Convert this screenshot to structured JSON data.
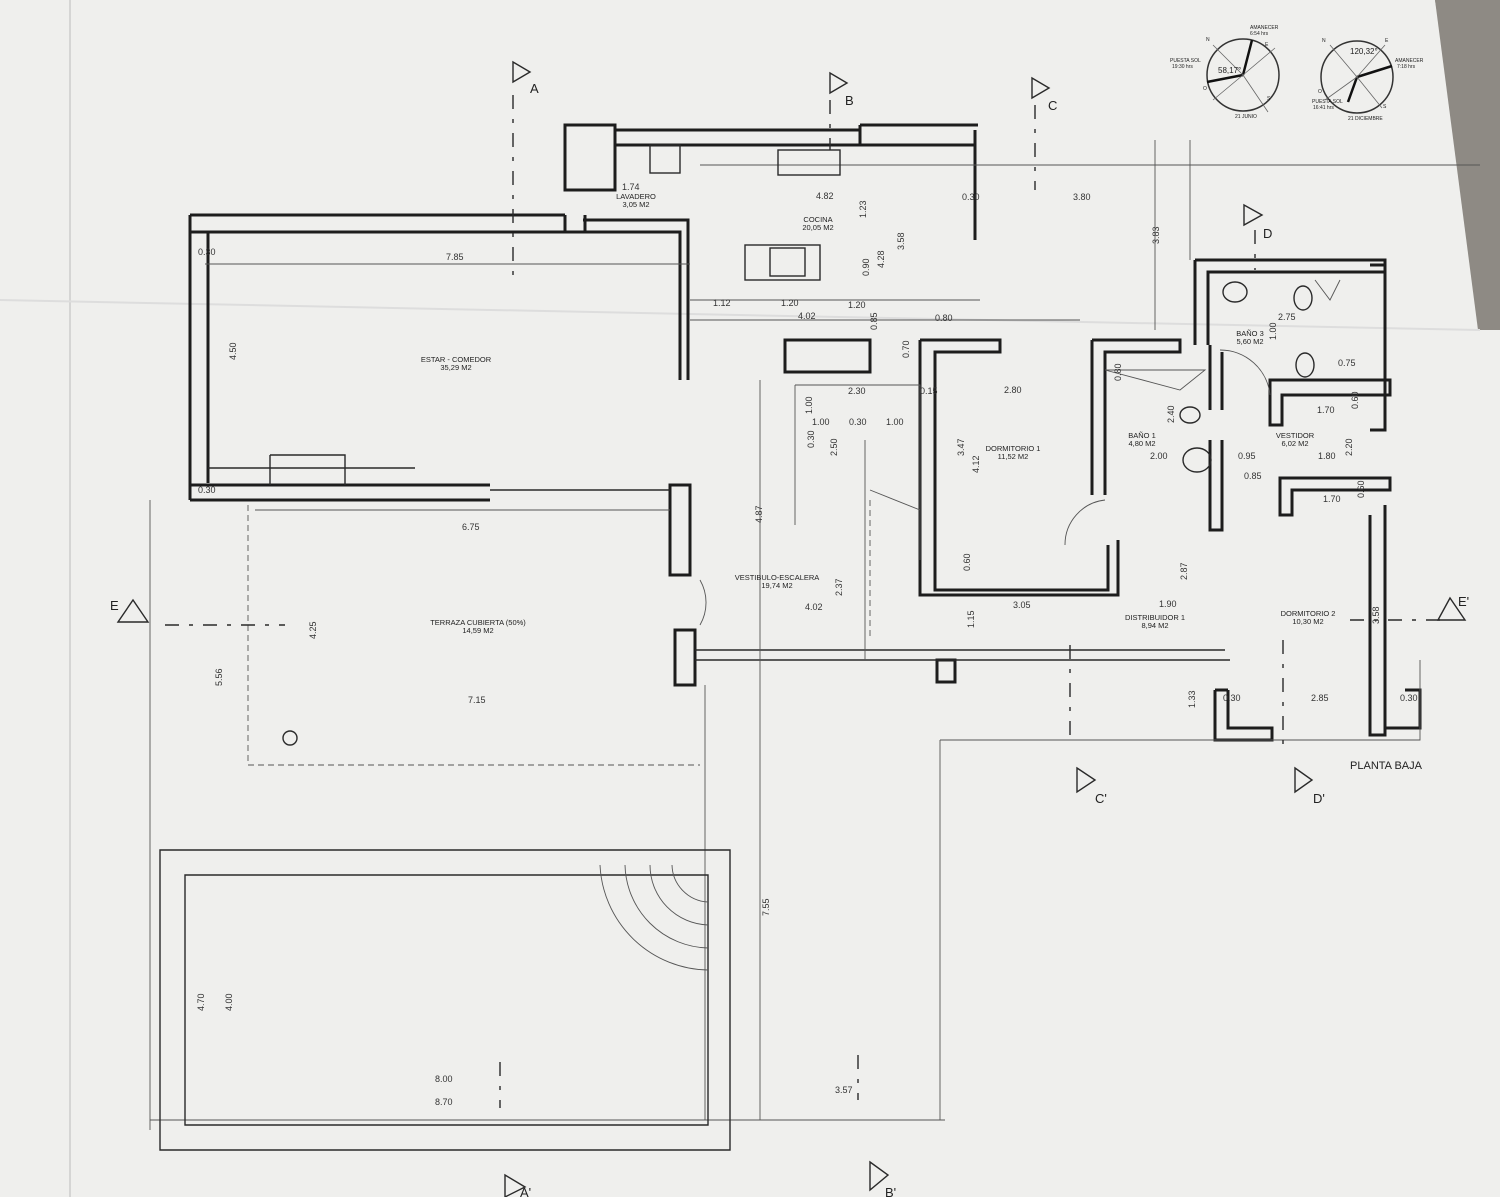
{
  "title": "PLANTA BAJA",
  "colors": {
    "paper": "#efefed",
    "ink": "#1d1d1d",
    "background": "#8a8680"
  },
  "rooms": [
    {
      "name": "LAVADERO",
      "area": "3,05 M2"
    },
    {
      "name": "COCINA",
      "area": "20,05 M2"
    },
    {
      "name": "ESTAR - COMEDOR",
      "area": "35,29 M2"
    },
    {
      "name": "TERRAZA CUBIERTA (50%)",
      "area": "14,59 M2"
    },
    {
      "name": "VESTIBULO-ESCALERA",
      "area": "19,74 M2"
    },
    {
      "name": "DORMITORIO 1",
      "area": "11,52 M2"
    },
    {
      "name": "BAÑO 1",
      "area": "4,80 M2"
    },
    {
      "name": "BAÑO 3",
      "area": "5,60 M2"
    },
    {
      "name": "VESTIDOR",
      "area": "6,02 M2"
    },
    {
      "name": "DISTRIBUIDOR 1",
      "area": "8,94 M2"
    },
    {
      "name": "DORMITORIO 2",
      "area": "10,30 M2"
    }
  ],
  "sections": [
    "A",
    "B",
    "C",
    "D",
    "E",
    "E'",
    "C'",
    "D'",
    "A'",
    "B'"
  ],
  "dimensions": [
    "1.74",
    "4.82",
    "1.23",
    "3.80",
    "0.30",
    "3.83",
    "7.85",
    "0.30",
    "4.50",
    "0.90",
    "4.28",
    "3.58",
    "1.12",
    "1.20",
    "1.20",
    "4.02",
    "0.85",
    "0.80",
    "0.70",
    "2.30",
    "0.15",
    "2.80",
    "1.00",
    "1.00",
    "0.30",
    "1.00",
    "0.30",
    "2.50",
    "3.47",
    "4.12",
    "0.80",
    "2.40",
    "2.00",
    "0.95",
    "1.80",
    "0.85",
    "1.70",
    "0.60",
    "2.20",
    "1.70",
    "0.60",
    "2.75",
    "1.00",
    "0.75",
    "0.30",
    "6.75",
    "4.87",
    "2.37",
    "4.02",
    "0.60",
    "3.05",
    "1.90",
    "2.87",
    "1.15",
    "3.58",
    "4.25",
    "5.56",
    "7.15",
    "1.33",
    "0.30",
    "2.85",
    "0.30",
    "7.55",
    "4.70",
    "4.00",
    "8.00",
    "8.70",
    "3.57"
  ],
  "sun_diagrams": [
    {
      "date": "21 JUNIO",
      "angle": "58,17°",
      "sunrise_label": "AMANECER",
      "sunrise": "6:54 hrs",
      "sunset_label": "PUESTA SOL",
      "sunset": "19:30 hrs"
    },
    {
      "date": "21 DICIEMBRE",
      "angle": "120,32°",
      "sunrise_label": "AMANECER",
      "sunrise": "7:18 hrs",
      "sunset_label": "PUESTA SOL",
      "sunset": "16:41 hrs"
    }
  ],
  "compass": [
    "N",
    "E",
    "S",
    "O"
  ]
}
